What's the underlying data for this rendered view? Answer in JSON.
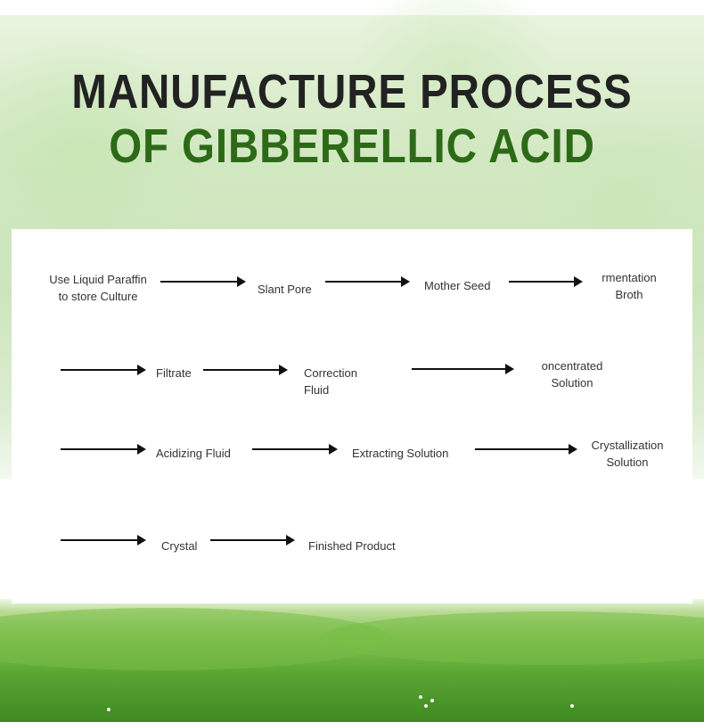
{
  "header": {
    "title_line1": "MANUFACTURE PROCESS",
    "title_line2": "OF GIBBERELLIC ACID"
  },
  "colors": {
    "title_dark": "#222222",
    "title_green": "#2d6a17",
    "background_green": "#cde5bd",
    "grass_green": "#5aa632"
  },
  "flow": {
    "nodes": [
      {
        "id": "paraffin",
        "lines": [
          "Use Liquid Paraffin",
          "to store Culture"
        ]
      },
      {
        "id": "slant",
        "lines": [
          "Slant Pore"
        ]
      },
      {
        "id": "mother",
        "lines": [
          "Mother Seed"
        ]
      },
      {
        "id": "fermentation",
        "lines": [
          "rmentation",
          "Broth"
        ]
      },
      {
        "id": "filtrate",
        "lines": [
          "Filtrate"
        ]
      },
      {
        "id": "correction",
        "lines": [
          "Correction",
          "Fluid"
        ]
      },
      {
        "id": "concentrated",
        "lines": [
          "oncentrated",
          "Solution"
        ]
      },
      {
        "id": "acidizing",
        "lines": [
          "Acidizing Fluid"
        ]
      },
      {
        "id": "extracting",
        "lines": [
          "Extracting Solution"
        ]
      },
      {
        "id": "crystallization",
        "lines": [
          "Crystallization",
          "Solution"
        ]
      },
      {
        "id": "crystal",
        "lines": [
          "Crystal"
        ]
      },
      {
        "id": "finished",
        "lines": [
          "Finished Product"
        ]
      }
    ]
  }
}
